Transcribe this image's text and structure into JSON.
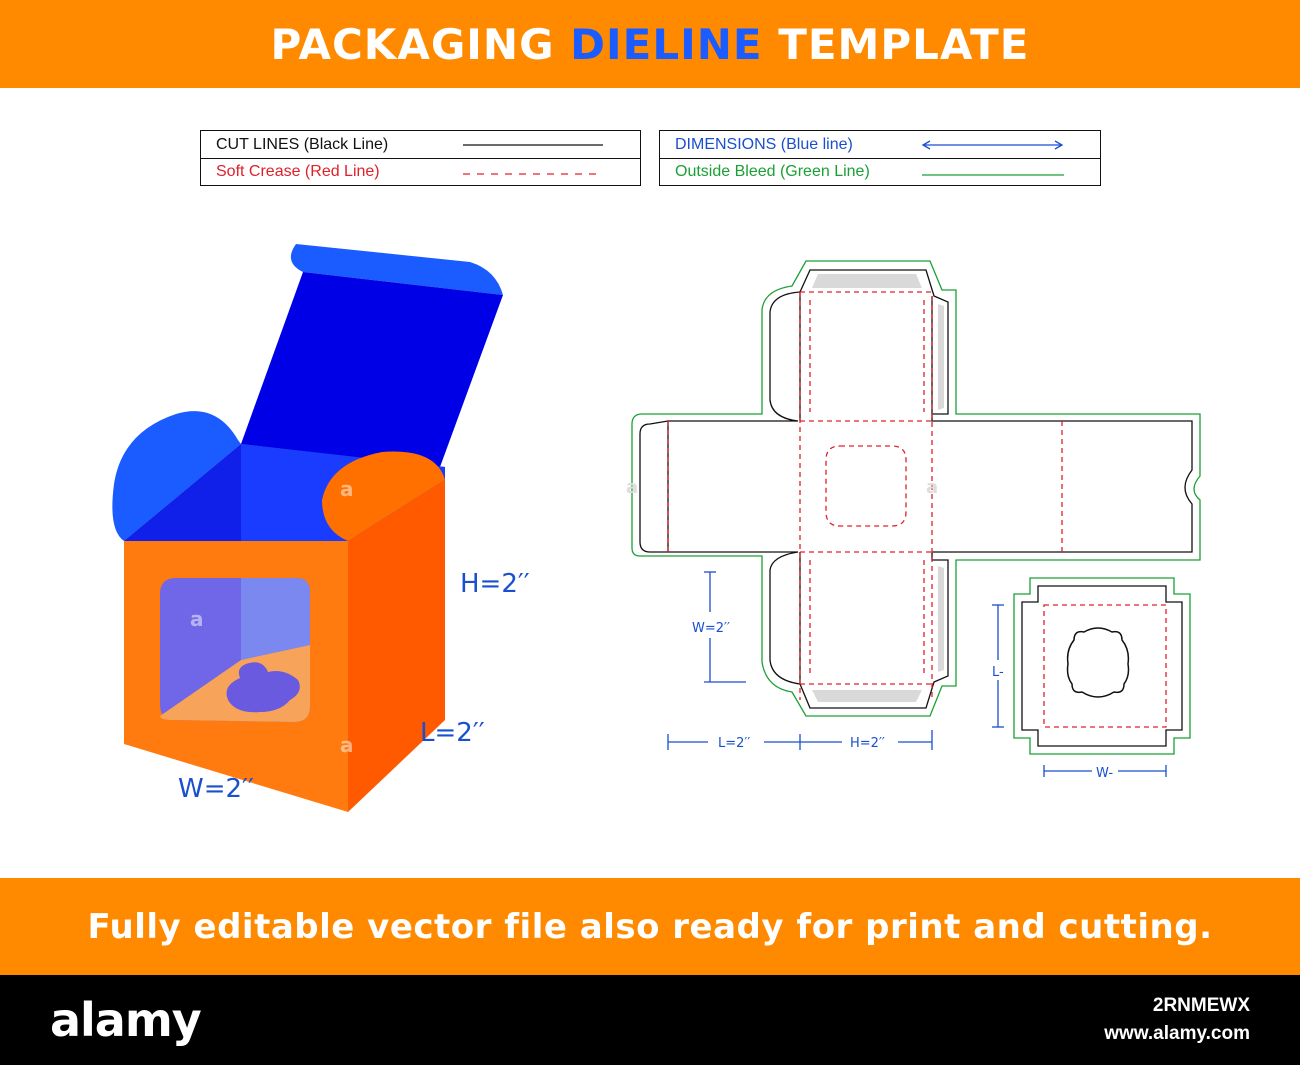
{
  "header": {
    "title_part1": "PACKAGING ",
    "title_highlight": "DIELINE",
    "title_part2": " TEMPLATE"
  },
  "legend": {
    "cut_lines": "CUT LINES (Black Line)",
    "soft_crease": "Soft Crease (Red Line)",
    "dimensions": "DIMENSIONS (Blue line)",
    "outside_bleed": "Outside Bleed (Green Line)"
  },
  "box_3d": {
    "height_label": "H=2′′",
    "length_label": "L=2′′",
    "width_label": "W=2′′"
  },
  "dieline": {
    "w_label": "W=2′′",
    "l_label": "L=2′′",
    "h_label": "H=2′′"
  },
  "insert": {
    "l_label": "L-",
    "w_label": "W-"
  },
  "footer_banner": {
    "text": "Fully editable vector file also ready for print and cutting."
  },
  "watermark": {
    "brand": "alamy",
    "image_id": "2RNMEWX",
    "url": "www.alamy.com"
  },
  "colors": {
    "banner": "#ff8a00",
    "highlight": "#1a5cff",
    "cut": "#111111",
    "crease": "#e0202a",
    "dimension": "#1a4fd0",
    "bleed": "#1aa035"
  }
}
